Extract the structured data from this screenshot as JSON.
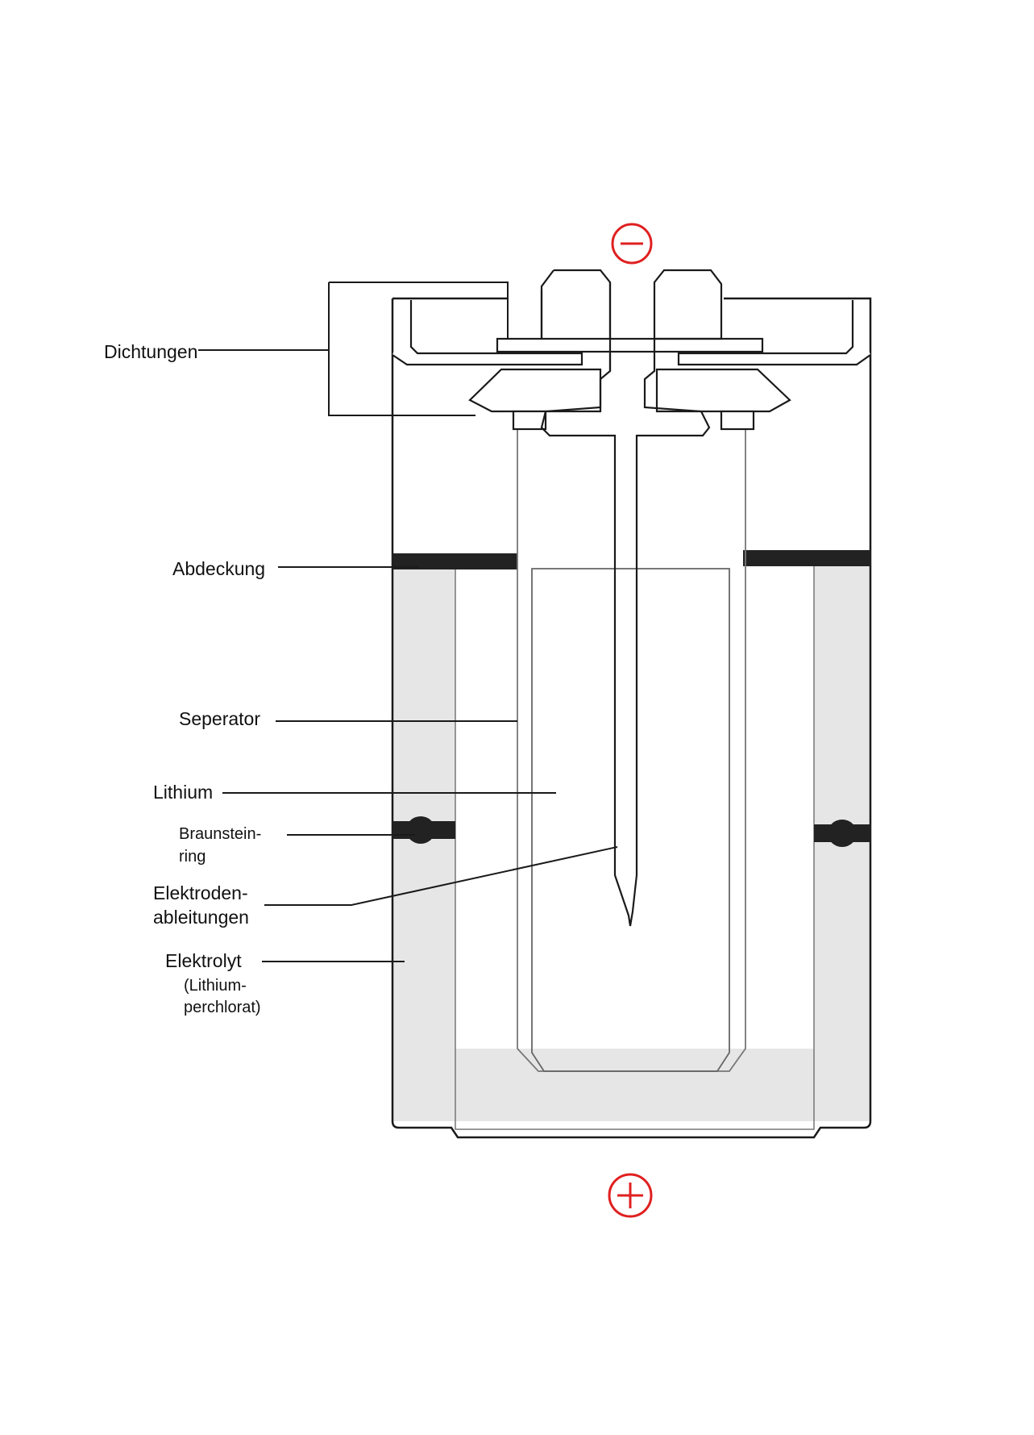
{
  "labels": {
    "dichtungen": "Dichtungen",
    "abdeckung": "Abdeckung",
    "seperator": "Seperator",
    "lithium": "Lithium",
    "braunstein_1": "Braunstein-",
    "braunstein_2": "ring",
    "elektroden_1": "Elektroden-",
    "elektroden_2": "ableitungen",
    "elektrolyt": "Elektrolyt",
    "elektrolyt_sub_1": "(Lithium-",
    "elektrolyt_sub_2": "perchlorat)"
  },
  "poles": {
    "negative": "−",
    "positive": "+"
  },
  "colors": {
    "pole": "#e02020",
    "line": "#1a1a1a",
    "electrolyte": "#e6e6e6",
    "dark_band": "#222222"
  }
}
